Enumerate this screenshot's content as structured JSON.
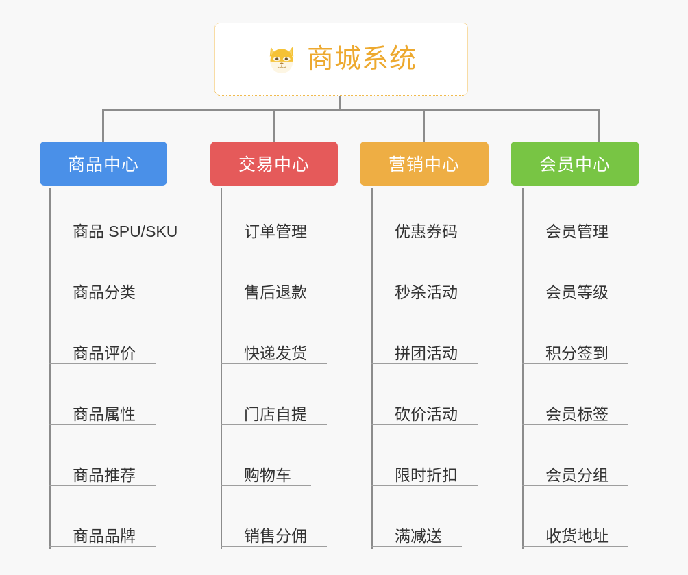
{
  "background_color": "#f8f8f8",
  "line_color": "#8c8c8c",
  "root": {
    "title": "商城系统",
    "icon": "shiba-dog-icon",
    "text_color": "#eda92f",
    "border_color": "#f0b94a",
    "background": "#ffffff"
  },
  "columns": [
    {
      "id": "product-center",
      "label": "商品中心",
      "color": "#4a90e8",
      "items": [
        "商品 SPU/SKU",
        "商品分类",
        "商品评价",
        "商品属性",
        "商品推荐",
        "商品品牌"
      ]
    },
    {
      "id": "trade-center",
      "label": "交易中心",
      "color": "#e55a5a",
      "items": [
        "订单管理",
        "售后退款",
        "快递发货",
        "门店自提",
        "购物车",
        "销售分佣"
      ]
    },
    {
      "id": "marketing-center",
      "label": "营销中心",
      "color": "#eeae44",
      "items": [
        "优惠券码",
        "秒杀活动",
        "拼团活动",
        "砍价活动",
        "限时折扣",
        "满减送"
      ]
    },
    {
      "id": "member-center",
      "label": "会员中心",
      "color": "#78c544",
      "items": [
        "会员管理",
        "会员等级",
        "积分签到",
        "会员标签",
        "会员分组",
        "收货地址"
      ]
    }
  ]
}
